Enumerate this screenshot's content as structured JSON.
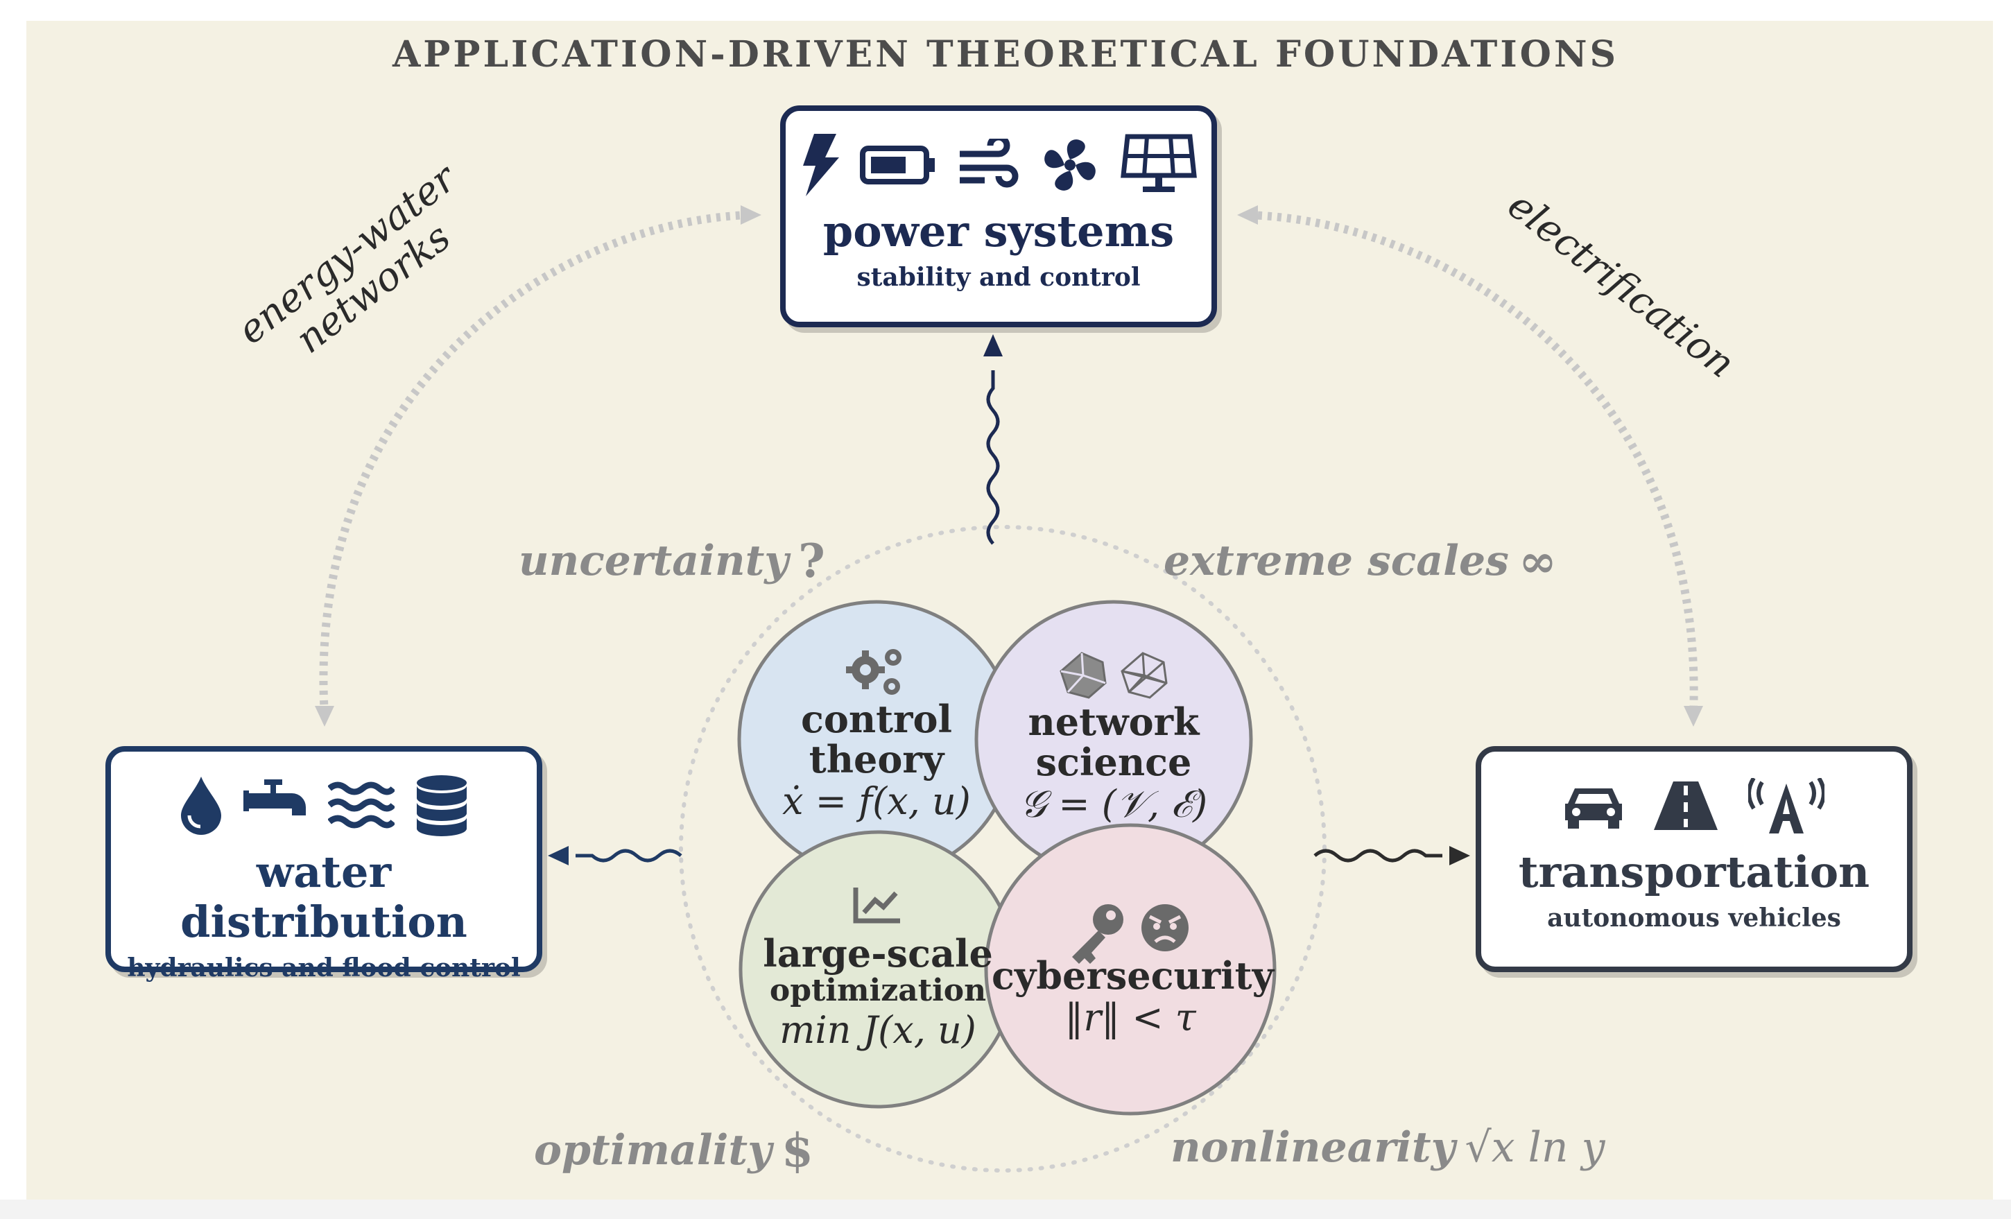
{
  "title": "APPLICATION-DRIVEN THEORETICAL FOUNDATIONS",
  "applications": {
    "power": {
      "title": "power systems",
      "subtitle": "stability and control",
      "icons": [
        "lightning-bolt",
        "battery",
        "wind",
        "fan",
        "solar-panel"
      ],
      "color": "#1c2a52"
    },
    "water": {
      "title": "water distribution",
      "subtitle": "hydraulics and flood control",
      "icons": [
        "water-drop",
        "faucet",
        "waves",
        "database"
      ],
      "color": "#1f3a64"
    },
    "transport": {
      "title": "transportation",
      "subtitle": "autonomous vehicles",
      "icons": [
        "car",
        "road",
        "antenna"
      ],
      "color": "#333a47"
    }
  },
  "links": {
    "energy_water": "energy-water\nnetworks",
    "electrification": "electrification"
  },
  "challenges": {
    "uncertainty": {
      "label": "uncertainty",
      "mark": "?"
    },
    "extreme_scales": {
      "label": "extreme scales",
      "mark": "∞"
    },
    "optimality": {
      "label": "optimality",
      "mark": "$"
    },
    "nonlinearity": {
      "label": "nonlinearity",
      "formula": "√x ln y"
    }
  },
  "foundations": {
    "control": {
      "title": "control\ntheory",
      "equation": "ẋ = f(x, u)",
      "icon": "gears",
      "color": "#d8e4f1"
    },
    "network": {
      "title": "network\nscience",
      "equation": "𝒢 = (𝒱, ℰ)",
      "icon": "polyhedra",
      "color": "#e5e0f1"
    },
    "optimization": {
      "title": "large-scale",
      "subtitle": "optimization",
      "equation": "min J(x, u)",
      "icon": "chart-line",
      "color": "#e3e9d6"
    },
    "cybersecurity": {
      "title": "cybersecurity",
      "equation": "‖r‖ < τ",
      "icon": [
        "key",
        "angry-face"
      ],
      "color": "#f1dde1"
    }
  }
}
